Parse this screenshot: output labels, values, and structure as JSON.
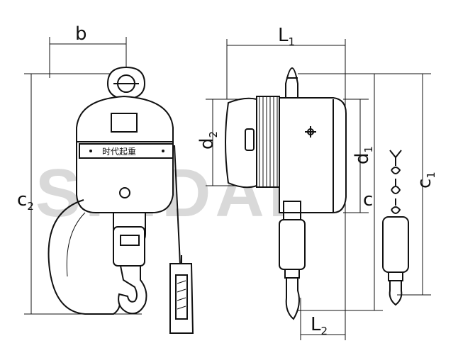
{
  "watermark": "SHIDAI",
  "nameplate": "时代起重",
  "dimensions": {
    "b": "b",
    "L1": "L",
    "L1_sub": "1",
    "d2": "d",
    "d2_sub": "2",
    "d1": "d",
    "d1_sub": "1",
    "c": "c",
    "c1": "c",
    "c1_sub": "1",
    "c2": "c",
    "c2_sub": "2",
    "L2": "L",
    "L2_sub": "2"
  }
}
